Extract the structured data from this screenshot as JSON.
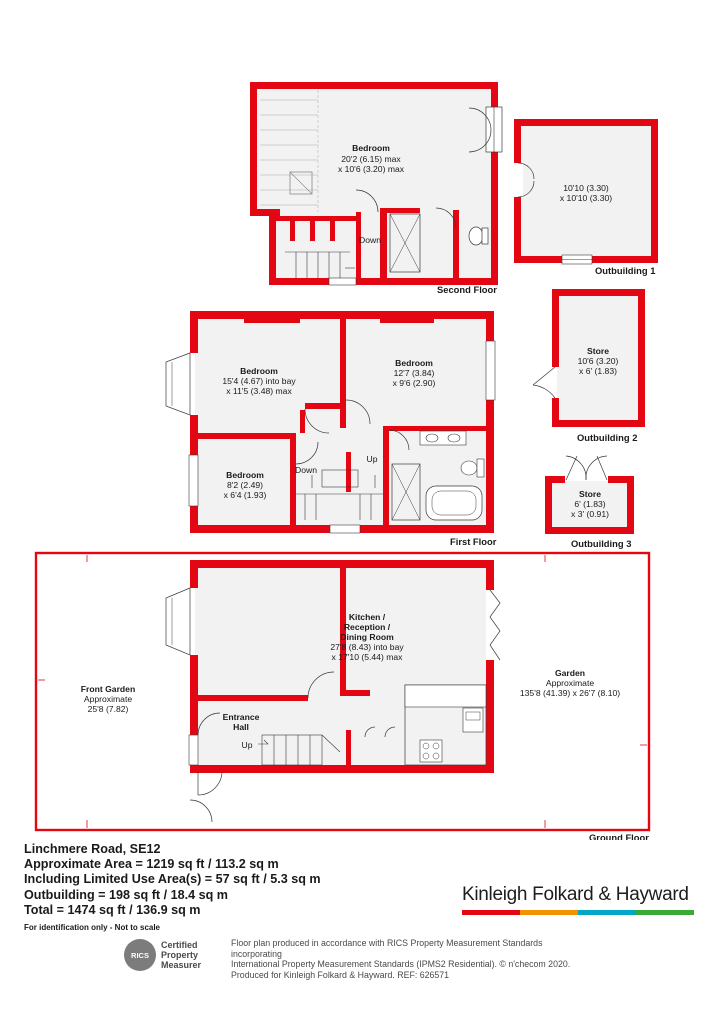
{
  "colors": {
    "wall": "#e30613",
    "fill": "#f2f2f2",
    "line": "#3a3a3a"
  },
  "floors": {
    "second": "Second Floor",
    "first": "First Floor",
    "ground": "Ground Floor",
    "out1": "Outbuilding 1",
    "out2": "Outbuilding 2",
    "out3": "Outbuilding 3"
  },
  "rooms": {
    "sf_bedroom": [
      "Bedroom",
      "20'2 (6.15) max",
      "x 10'6 (3.20) max"
    ],
    "sf_down": "Down",
    "ob1": [
      "10'10 (3.30)",
      "x 10'10 (3.30)"
    ],
    "ob2": [
      "Store",
      "10'6 (3.20)",
      "x 6' (1.83)"
    ],
    "ob3": [
      "Store",
      "6' (1.83)",
      "x 3' (0.91)"
    ],
    "ff_bed1": [
      "Bedroom",
      "15'4 (4.67) into bay",
      "x 11'5 (3.48) max"
    ],
    "ff_bed2": [
      "Bedroom",
      "12'7 (3.84)",
      "x 9'6 (2.90)"
    ],
    "ff_bed3": [
      "Bedroom",
      "8'2 (2.49)",
      "x 6'4 (1.93)"
    ],
    "ff_down": "Down",
    "ff_up": "Up",
    "gf_kitchen": [
      "Kitchen /",
      "Reception /",
      "Dining Room",
      "27'8 (8.43) into bay",
      "x 17'10 (5.44) max"
    ],
    "gf_front": [
      "Front Garden",
      "Approximate",
      "25'8 (7.82)"
    ],
    "gf_garden": [
      "Garden",
      "Approximate",
      "135'8 (41.39) x 26'7 (8.10)"
    ],
    "gf_entrance": [
      "Entrance",
      "Hall"
    ],
    "gf_up": "Up"
  },
  "footer": {
    "address": "Linchmere Road, SE12",
    "lines": [
      "Approximate Area = 1219 sq ft / 113.2 sq m",
      "Including Limited Use Area(s) = 57 sq ft / 5.3 sq m",
      "Outbuilding = 198 sq ft / 18.4 sq m",
      "Total = 1474 sq ft / 136.9 sq m"
    ],
    "note": "For identification only - Not to scale"
  },
  "brand": {
    "name": "Kinleigh Folkard & Hayward",
    "bar_colors": [
      "#e30613",
      "#f39200",
      "#00a7c7",
      "#3aa935"
    ]
  },
  "rics": {
    "seal": "RICS",
    "badge": [
      "Certified",
      "Property",
      "Measurer"
    ]
  },
  "disclaimer": [
    "Floor plan produced in accordance with RICS Property Measurement Standards incorporating",
    "International Property Measurement Standards (IPMS2 Residential).  © n'checom 2020.",
    "Produced for Kinleigh Folkard & Hayward.   REF: 626571"
  ]
}
